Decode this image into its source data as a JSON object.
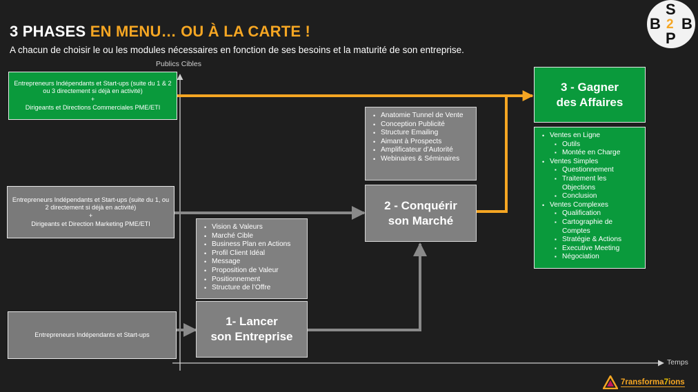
{
  "header": {
    "title_part1": "3 PHASES ",
    "title_part2": "EN MENU… OU À LA CARTE !",
    "subtitle": "A chacun de choisir le ou les modules nécessaires  en fonction de ses besoins et la maturité de son entreprise."
  },
  "axes": {
    "y_label": "Publics Cibles",
    "x_label": "Temps"
  },
  "audiences": [
    {
      "line1": "Entrepreneurs Indépendants et Start-ups (suite du 1 & 2 ou 3 directement si déjà en activité)",
      "plus": "+",
      "line2": "Dirigeants et Directions Commerciales PME/ETI"
    },
    {
      "line1": "Entrepreneurs Indépendants et Start-ups (suite du 1, ou 2 directement si déjà en activité)",
      "plus": "+",
      "line2": "Dirigeants et Direction Marketing PME/ETI"
    },
    {
      "line1": "Entrepreneurs Indépendants et Start-ups"
    }
  ],
  "phases": {
    "p1": {
      "line1": "1- Lancer",
      "line2": "son Entreprise"
    },
    "p2": {
      "line1": "2 - Conquérir",
      "line2": "son Marché"
    },
    "p3": {
      "line1": "3 - Gagner",
      "line2": "des Affaires"
    }
  },
  "modules": {
    "p1": [
      "Vision & Valeurs",
      "Marché Cible",
      "Business Plan en Actions",
      "Profil Client Idéal",
      "Message",
      "Proposition de Valeur",
      "Positionnement",
      "Structure de l’Offre"
    ],
    "p2": [
      "Anatomie Tunnel de Vente",
      "Conception Publicité",
      "Structure Emailing",
      "Aimant à Prospects",
      "Amplificateur d’Autorité",
      "Webinaires & Séminaires"
    ],
    "p3": [
      {
        "label": "Ventes en Ligne",
        "level": 1
      },
      {
        "label": "Outils",
        "level": 2
      },
      {
        "label": "Montée en Charge",
        "level": 2
      },
      {
        "label": "Ventes Simples",
        "level": 1
      },
      {
        "label": "Questionnement",
        "level": 2
      },
      {
        "label": "Traitement les Objections",
        "level": 2
      },
      {
        "label": "Conclusion",
        "level": 2
      },
      {
        "label": "Ventes Complexes",
        "level": 1
      },
      {
        "label": "Qualification",
        "level": 2
      },
      {
        "label": "Cartographie de Comptes",
        "level": 2
      },
      {
        "label": "Stratégie & Actions",
        "level": 2
      },
      {
        "label": "Executive Meeting",
        "level": 2
      },
      {
        "label": "Négociation",
        "level": 2
      }
    ]
  },
  "logo": {
    "l1": "S",
    "l2": "B",
    "l3": "2",
    "l4": "B",
    "l5": "P"
  },
  "brand": {
    "part1": "7ransforma",
    "part2": "7",
    "part3": "ions"
  },
  "colors": {
    "accent": "#f5a623",
    "green": "#0a9a3c",
    "grey": "#7a7a7a",
    "background": "#1e1e1e"
  }
}
